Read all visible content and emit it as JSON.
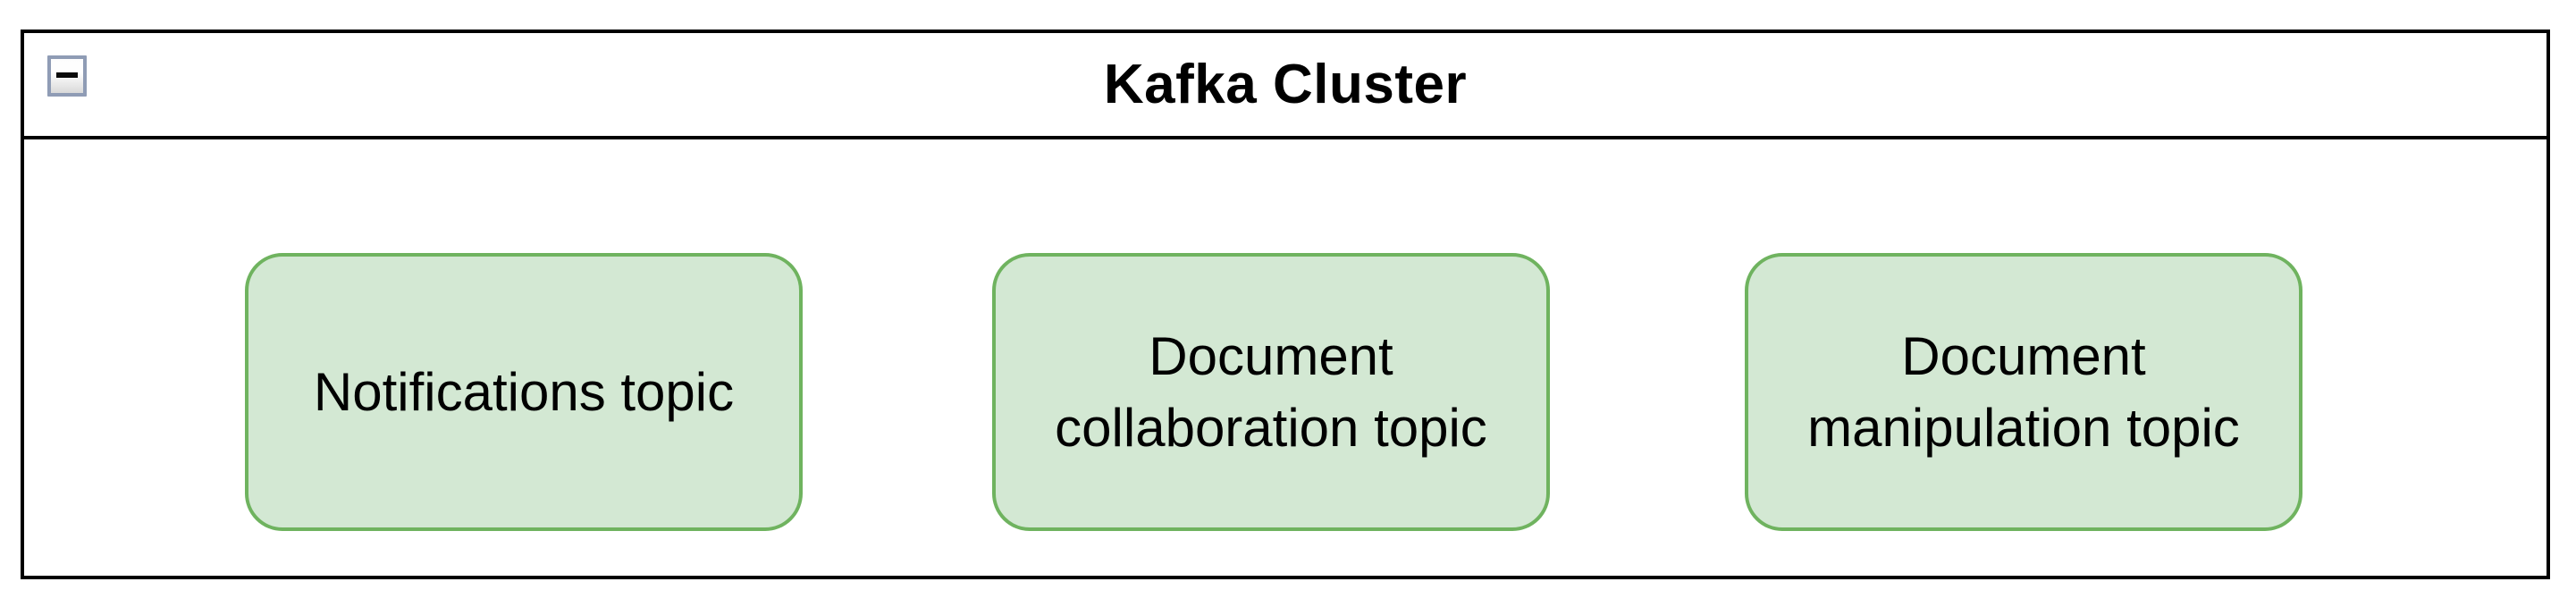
{
  "diagram": {
    "container": {
      "title": "Kafka Cluster",
      "collapse_button_tooltip": "Collapse",
      "border_color": "#000000",
      "background": "#ffffff"
    },
    "topics": [
      {
        "label": "Notifications topic"
      },
      {
        "label": "Document collaboration topic"
      },
      {
        "label": "Document manipulation topic"
      }
    ],
    "colors": {
      "topic_fill": "#d3e8d3",
      "topic_stroke": "#6fb35f",
      "collapse_button_border": "#8f9cb5",
      "text": "#000000"
    }
  }
}
